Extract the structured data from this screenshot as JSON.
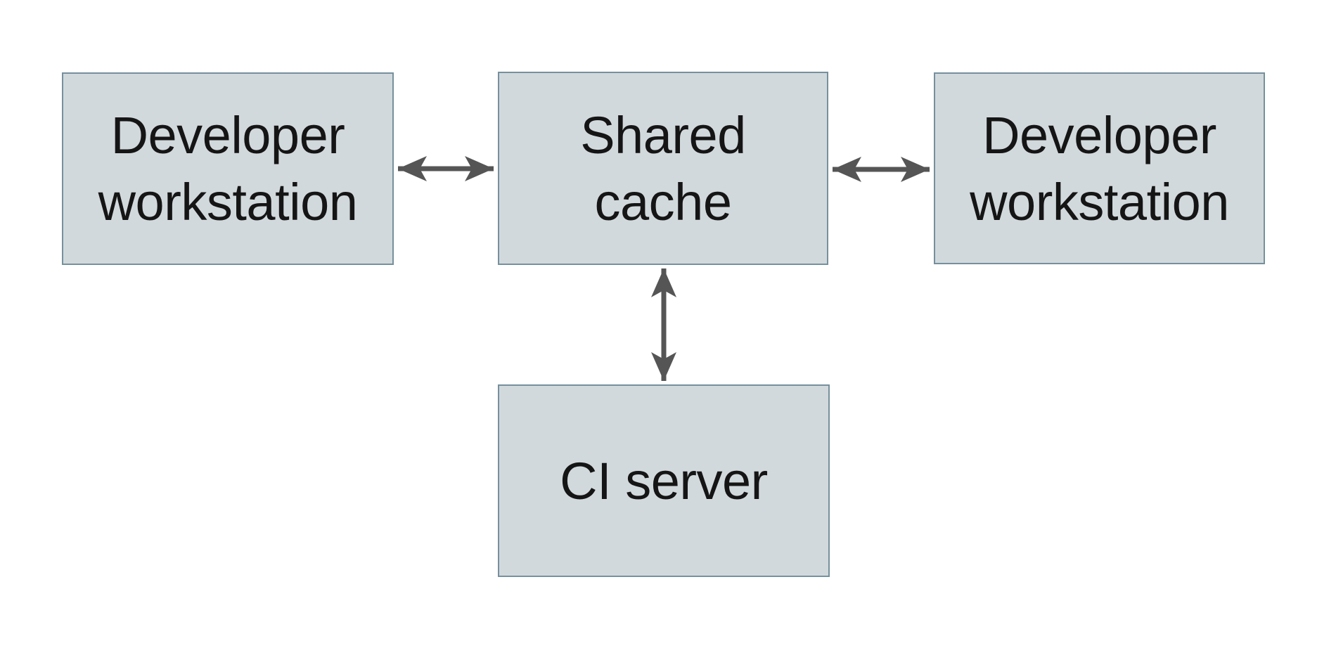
{
  "diagram": {
    "type": "architecture-diagram",
    "background_color": "#ffffff",
    "node_fill_color": "#d2d9dc",
    "node_border_color": "#76909d",
    "text_color": "#151515",
    "arrow_color": "#555555",
    "nodes": [
      {
        "id": "developer-workstation-left",
        "label": "Developer\nworkstation"
      },
      {
        "id": "shared-cache",
        "label": "Shared\ncache"
      },
      {
        "id": "developer-workstation-right",
        "label": "Developer\nworkstation"
      },
      {
        "id": "ci-server",
        "label": "CI server"
      }
    ],
    "edges": [
      {
        "from": "developer-workstation-left",
        "to": "shared-cache",
        "type": "bidirectional-arrow"
      },
      {
        "from": "shared-cache",
        "to": "developer-workstation-right",
        "type": "bidirectional-arrow"
      },
      {
        "from": "shared-cache",
        "to": "ci-server",
        "type": "bidirectional-arrow"
      }
    ]
  }
}
